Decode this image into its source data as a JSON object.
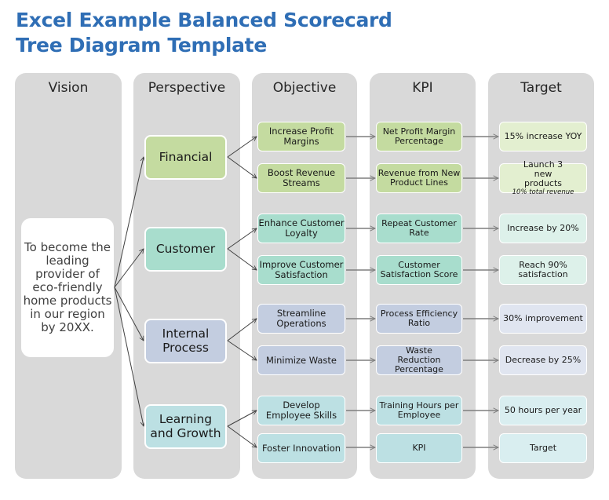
{
  "title": {
    "line1": "Excel Example Balanced Scorecard",
    "line2": "Tree Diagram Template"
  },
  "columns": [
    "Vision",
    "Perspective",
    "Objective",
    "KPI",
    "Target"
  ],
  "colors": {
    "title": "#2f6eb5",
    "column_bg": "#d9d9d9",
    "connector": "#404040",
    "financial": {
      "main": "#c4dba0",
      "light": "#e3efd0"
    },
    "customer": {
      "main": "#a8ddcd",
      "light": "#ddf1ea"
    },
    "internal_process": {
      "main": "#c3cde0",
      "light": "#e0e5f0"
    },
    "learning_growth": {
      "main": "#bce0e3",
      "light": "#d9eef0"
    }
  },
  "vision": "To become the leading provider of eco-friendly home products in our region by 20XX.",
  "perspectives": [
    {
      "name": "Financial",
      "objectives": [
        {
          "objective": "Increase Profit Margins",
          "kpi": "Net Profit Margin Percentage",
          "target": "15% increase YOY"
        },
        {
          "objective": "Boost Revenue Streams",
          "kpi": "Revenue from New Product Lines",
          "target": "Launch 3 new products",
          "target_note": "10% total revenue"
        }
      ]
    },
    {
      "name": "Customer",
      "objectives": [
        {
          "objective": "Enhance Customer Loyalty",
          "kpi": "Repeat Customer Rate",
          "target": "Increase by 20%"
        },
        {
          "objective": "Improve Customer Satisfaction",
          "kpi": "Customer Satisfaction Score",
          "target": "Reach 90% satisfaction"
        }
      ]
    },
    {
      "name": "Internal Process",
      "objectives": [
        {
          "objective": "Streamline Operations",
          "kpi": "Process Efficiency Ratio",
          "target": "30% improvement"
        },
        {
          "objective": "Minimize Waste",
          "kpi": "Waste Reduction Percentage",
          "target": "Decrease by 25%"
        }
      ]
    },
    {
      "name": "Learning and Growth",
      "objectives": [
        {
          "objective": "Develop Employee Skills",
          "kpi": "Training Hours per Employee",
          "target": "50 hours per year"
        },
        {
          "objective": "Foster Innovation",
          "kpi": "KPI",
          "target": "Target"
        }
      ]
    }
  ]
}
